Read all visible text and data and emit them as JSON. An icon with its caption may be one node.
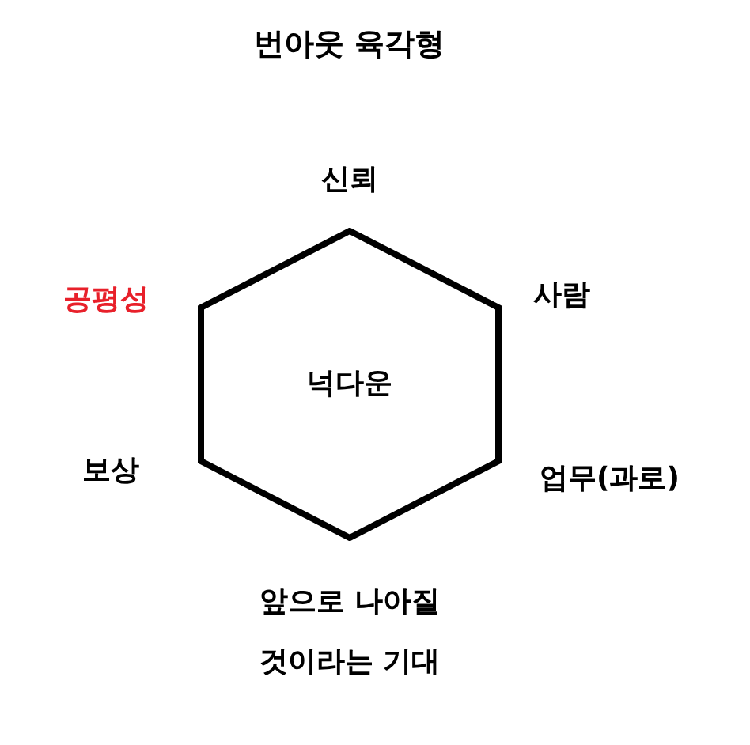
{
  "diagram": {
    "title": "번아웃 육각형",
    "nodes": [
      {
        "text": [
          "넉다운"
        ]
      }
    ],
    "labels": [
      "신뢰",
      "공평성",
      "사람",
      "보상",
      "업무(과로)",
      "앞으로 나아질 것이라는 기대"
    ]
  }
}
